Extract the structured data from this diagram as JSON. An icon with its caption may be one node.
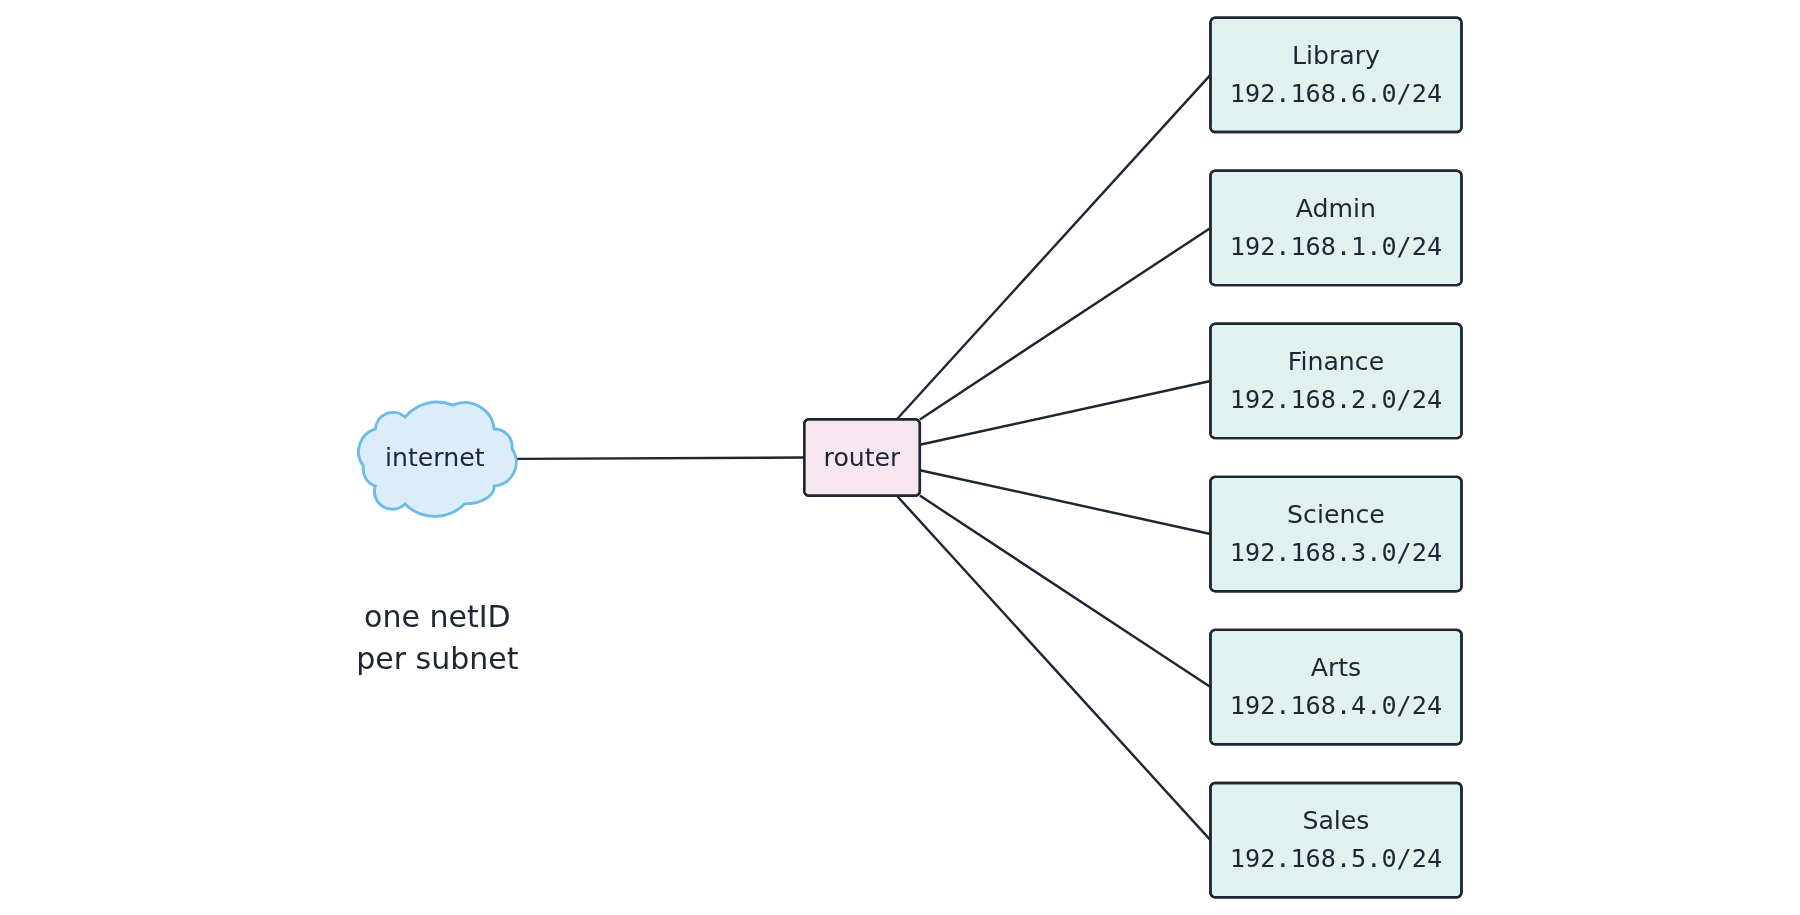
{
  "diagram": {
    "nodes": [
      {
        "text": [
          "internet"
        ]
      },
      {
        "text": [
          "router"
        ]
      },
      {
        "text": [
          "Library",
          "192.168.6.0/24"
        ]
      },
      {
        "text": [
          "Admin",
          "192.168.1.0/24"
        ]
      },
      {
        "text": [
          "Finance",
          "192.168.2.0/24"
        ]
      },
      {
        "text": [
          "Science",
          "192.168.3.0/24"
        ]
      },
      {
        "text": [
          "Arts",
          "192.168.4.0/24"
        ]
      },
      {
        "text": [
          "Sales",
          "192.168.5.0/24"
        ]
      }
    ],
    "edges": [
      {
        "from": 0,
        "to": 1,
        "arrow": "none"
      },
      {
        "from": 1,
        "to": 2,
        "arrow": "none"
      },
      {
        "from": 1,
        "to": 3,
        "arrow": "none"
      },
      {
        "from": 1,
        "to": 4,
        "arrow": "none"
      },
      {
        "from": 1,
        "to": 5,
        "arrow": "none"
      },
      {
        "from": 1,
        "to": 6,
        "arrow": "none"
      },
      {
        "from": 1,
        "to": 7,
        "arrow": "none"
      }
    ],
    "labels": [
      "one netID per subnet"
    ]
  }
}
